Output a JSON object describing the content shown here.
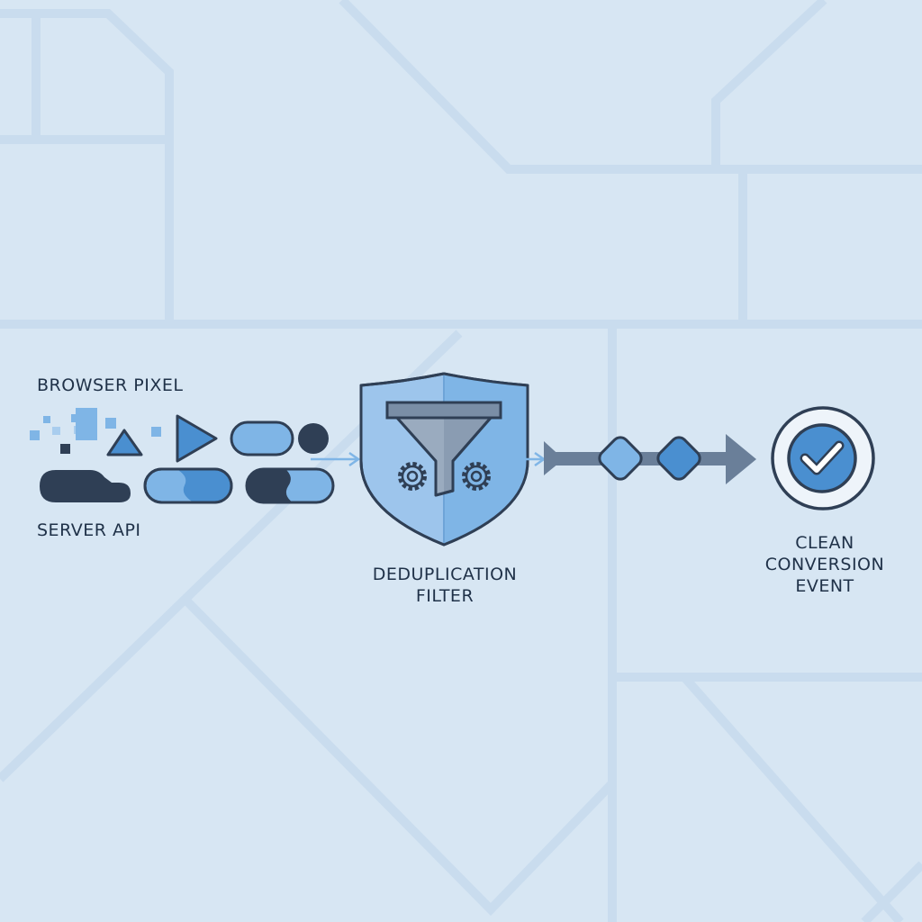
{
  "labels": {
    "browser_pixel": "BROWSER PIXEL",
    "server_api": "SERVER API",
    "filter_line1": "DEDUPLICATION",
    "filter_line2": "FILTER",
    "result_line1": "CLEAN",
    "result_line2": "CONVERSION",
    "result_line3": "EVENT"
  },
  "icons": {
    "filter": "funnel-icon",
    "gears": "gear-icon",
    "shield": "shield-icon",
    "result": "checkmark-circle-icon"
  },
  "colors": {
    "background": "#d7e6f3",
    "background_lines": "#c9dcee",
    "dark": "#2f3f55",
    "mid_blue": "#4a8fd0",
    "light_blue": "#7fb5e6",
    "arrow_gray": "#6a7f99",
    "text": "#1f3148"
  }
}
